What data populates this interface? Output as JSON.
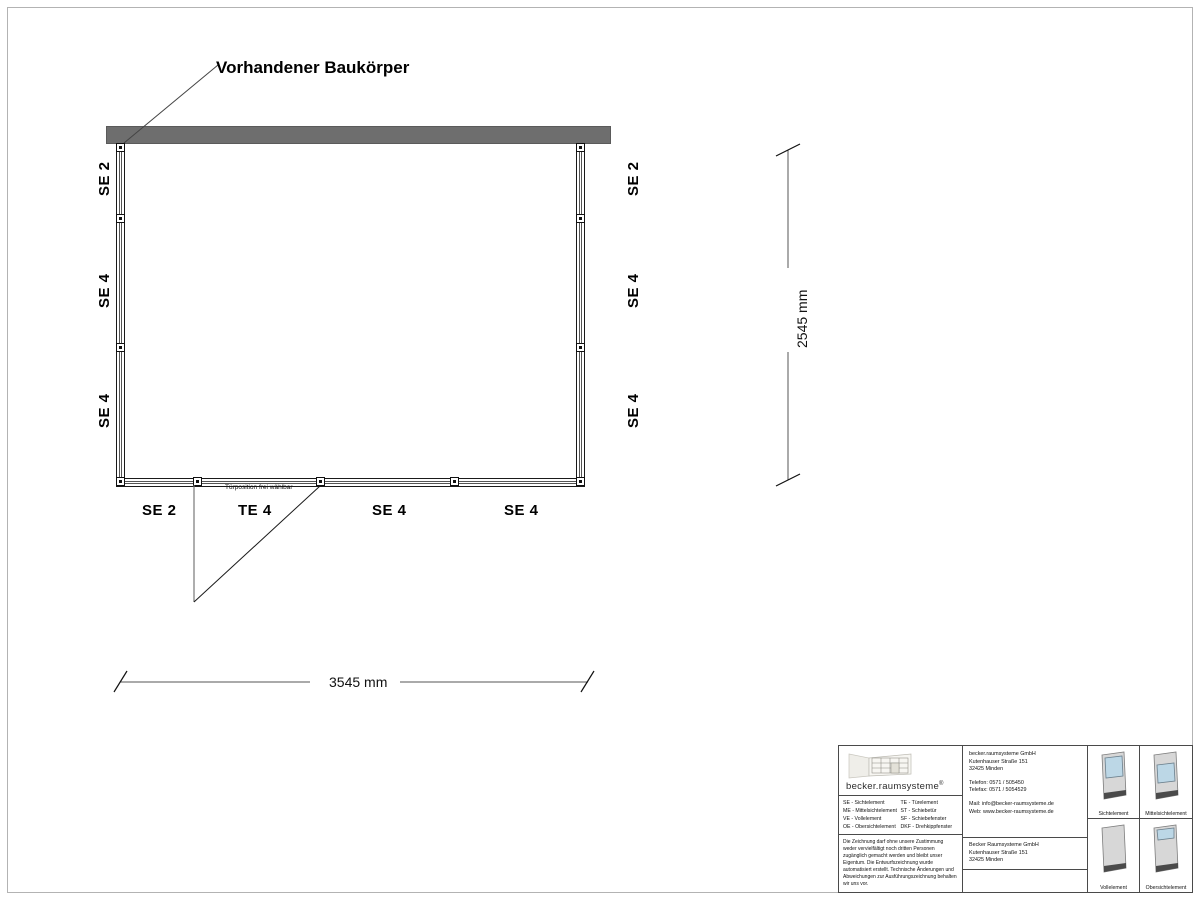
{
  "drawing": {
    "callout_label": "Vorhandener Baukörper",
    "door_note": "Türposition frei wählbar",
    "dimension_width": "3545 mm",
    "dimension_height": "2545 mm",
    "walls": {
      "left": [
        {
          "label": "SE 2"
        },
        {
          "label": "SE 4"
        },
        {
          "label": "SE 4"
        }
      ],
      "right": [
        {
          "label": "SE 2"
        },
        {
          "label": "SE 4"
        },
        {
          "label": "SE 4"
        }
      ],
      "bottom": [
        {
          "label": "SE 2"
        },
        {
          "label": "TE 4"
        },
        {
          "label": "SE 4"
        },
        {
          "label": "SE 4"
        }
      ]
    },
    "colors": {
      "building_body": "#6e6e6e",
      "wall_line": "#1a1a1a",
      "sheet_border": "#b3b3b3"
    }
  },
  "titleblock": {
    "logo": {
      "wordmark": "becker.raumsysteme",
      "registered": "®"
    },
    "abbreviations": [
      "SE - Sichtelement",
      "TE - Türelement",
      "ME - Mittelsichtelement",
      "ST - Schiebetür",
      "VE - Vollelement",
      "SF - Schiebefenster",
      "OE - Obersichtelement",
      "DKF - Drehkippfenster"
    ],
    "disclaimer": "Die Zeichnung darf ohne unsere Zustimmung weder vervielfältigt noch dritten Personen zugänglich gemacht werden und bleibt unser Eigentum. Die Entwurfszeichnung wurde automatisiert erstellt. Technische Änderungen und Abweichungen zur Ausführungszeichnung behalten wir uns vor.",
    "company": {
      "name": "becker.raumsysteme GmbH",
      "street": "Kutenhauser Straße 151",
      "city": "32425 Minden",
      "phone": "Telefon: 0571 / 505450",
      "fax": "Telefax: 0571 / 5054529",
      "mail": "Mail: info@becker-raumsysteme.de",
      "web": "Web: www.becker-raumsysteme.de"
    },
    "customer": {
      "name": "Becker Raumsysteme GmbH",
      "street": "Kutenhauser Straße 151",
      "city": "32425 Minden"
    },
    "thumbnails": [
      {
        "caption": "Sichtelement",
        "kind": "glass-upper"
      },
      {
        "caption": "Mittelsichtelement",
        "kind": "glass-middle"
      },
      {
        "caption": "Vollelement",
        "kind": "solid"
      },
      {
        "caption": "Obersichtelement",
        "kind": "glass-top"
      }
    ]
  }
}
